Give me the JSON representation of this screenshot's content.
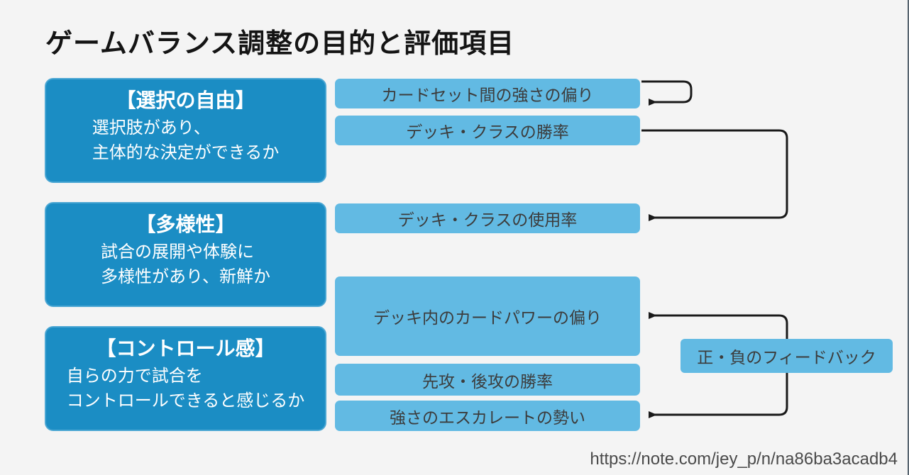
{
  "title": "ゲームバランス調整の目的と評価項目",
  "goals": [
    {
      "heading": "【選択の自由】",
      "body_line1": "選択肢があり、",
      "body_line2": "主体的な決定ができるか"
    },
    {
      "heading": "【多様性】",
      "body_line1": "試合の展開や体験に",
      "body_line2": "多様性があり、新鮮か"
    },
    {
      "heading": "【コントロール感】",
      "body_line1": "自らの力で試合を",
      "body_line2": "コントロールできると感じるか"
    }
  ],
  "metrics": [
    {
      "label": "カードセット間の強さの偏り"
    },
    {
      "label": "デッキ・クラスの勝率"
    },
    {
      "label": "デッキ・クラスの使用率"
    },
    {
      "label": "デッキ内のカードパワーの偏り"
    },
    {
      "label": "先攻・後攻の勝率"
    },
    {
      "label": "強さのエスカレートの勢い"
    }
  ],
  "feedback_label": "正・負のフィードバック",
  "source_url": "https://note.com/jey_p/n/na86ba3acadb4",
  "colors": {
    "goal_box_blue": "#1b8dc4",
    "metric_box_light_blue": "#62bae3",
    "background": "#f4f4f4",
    "arrow_black": "#1a1a1a",
    "metric_text": "#3c3c3c"
  }
}
